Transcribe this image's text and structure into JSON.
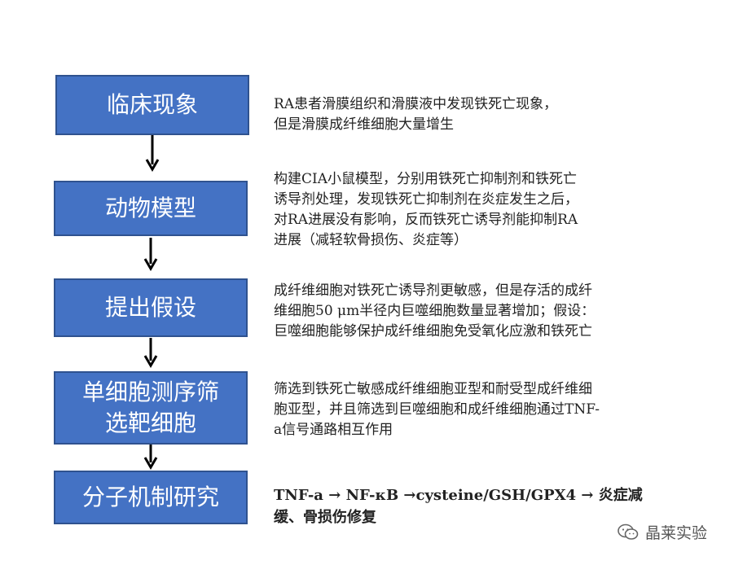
{
  "steps": [
    {
      "box_lines": [
        "临床现象"
      ],
      "description": "RA患者滑膜组织和滑膜液中发现铁死亡现象，\n但是滑膜成纤维细胞大量增生"
    },
    {
      "box_lines": [
        "动物模型"
      ],
      "description": "构建CIA小鼠模型，分别用铁死亡抑制剂和铁死亡\n诱导剂处理，发现铁死亡抑制剂在炎症发生之后，\n对RA进展没有影响，反而铁死亡诱导剂能抑制RA\n进展（减轻软骨损伤、炎症等）"
    },
    {
      "box_lines": [
        "提出假设"
      ],
      "description": "成纤维细胞对铁死亡诱导剂更敏感，但是存活的成纤\n维细胞50 μm半径内巨噬细胞数量显著增加；假设：\n巨噬细胞能够保护成纤维细胞免受氧化应激和铁死亡"
    },
    {
      "box_lines": [
        "单细胞测序筛",
        "选靶细胞"
      ],
      "description": "筛选到铁死亡敏感成纤维细胞亚型和耐受型成纤维细\n胞亚型，并且筛选到巨噬细胞和成纤维细胞通过TNF-\na信号通路相互作用"
    },
    {
      "box_lines": [
        "分子机制研究"
      ],
      "description": "TNF-a → NF-κB →cysteine/GSH/GPX4 → 炎症减\n缓、骨损伤修复"
    }
  ],
  "watermark": {
    "icon": "wechat-icon",
    "text": "晶莱实验"
  },
  "colors": {
    "box_fill": "#4472c4",
    "box_border": "#2f528f",
    "box_text": "#ffffff",
    "arrow": "#000000"
  }
}
